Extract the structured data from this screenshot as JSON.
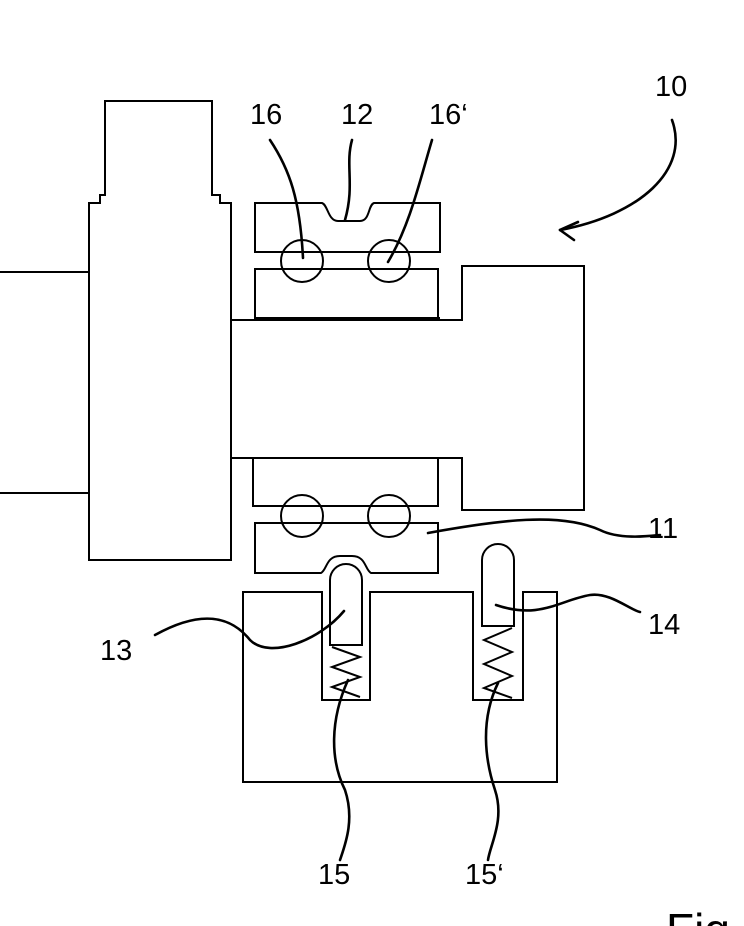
{
  "labels": {
    "device": "10",
    "ring_outer": "11",
    "groove": "12",
    "plunger_a": "13",
    "plunger_b": "14",
    "spring_a": "15",
    "spring_b": "15‘",
    "ball_a": "16",
    "ball_b": "16‘",
    "figure": "Fig"
  }
}
